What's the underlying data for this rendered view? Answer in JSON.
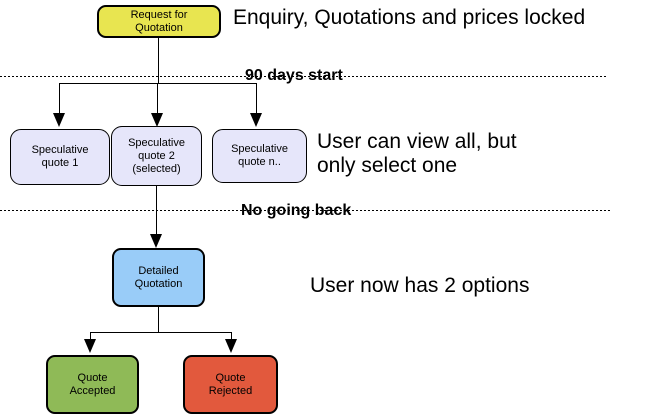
{
  "diagram": {
    "type": "flowchart",
    "background": "#ffffff",
    "line_color": "#000000",
    "text_color": "#000000"
  },
  "nodes": {
    "request_for_quotation": {
      "label": "Request for\nQuotation",
      "color": "#e8e550"
    },
    "speculative_quote_1": {
      "label": "Speculative\nquote 1",
      "color": "#e6e6fa"
    },
    "speculative_quote_2": {
      "label": "Speculative\nquote 2\n(selected)",
      "color": "#e6e6fa"
    },
    "speculative_quote_n": {
      "label": "Speculative\nquote n..",
      "color": "#e6e6fa"
    },
    "detailed_quotation": {
      "label": "Detailed\nQuotation",
      "color": "#99ccf8"
    },
    "quote_accepted": {
      "label": "Quote\nAccepted",
      "color": "#8fba57"
    },
    "quote_rejected": {
      "label": "Quote\nRejected",
      "color": "#e2593d"
    }
  },
  "annotations": {
    "enquiry": "Enquiry, Quotations and prices locked",
    "view_all": "User can view all, but\nonly select one",
    "two_options": "User now has 2 options"
  },
  "dividers": {
    "ninety_days": "90 days start",
    "no_going_back": "No going back"
  }
}
